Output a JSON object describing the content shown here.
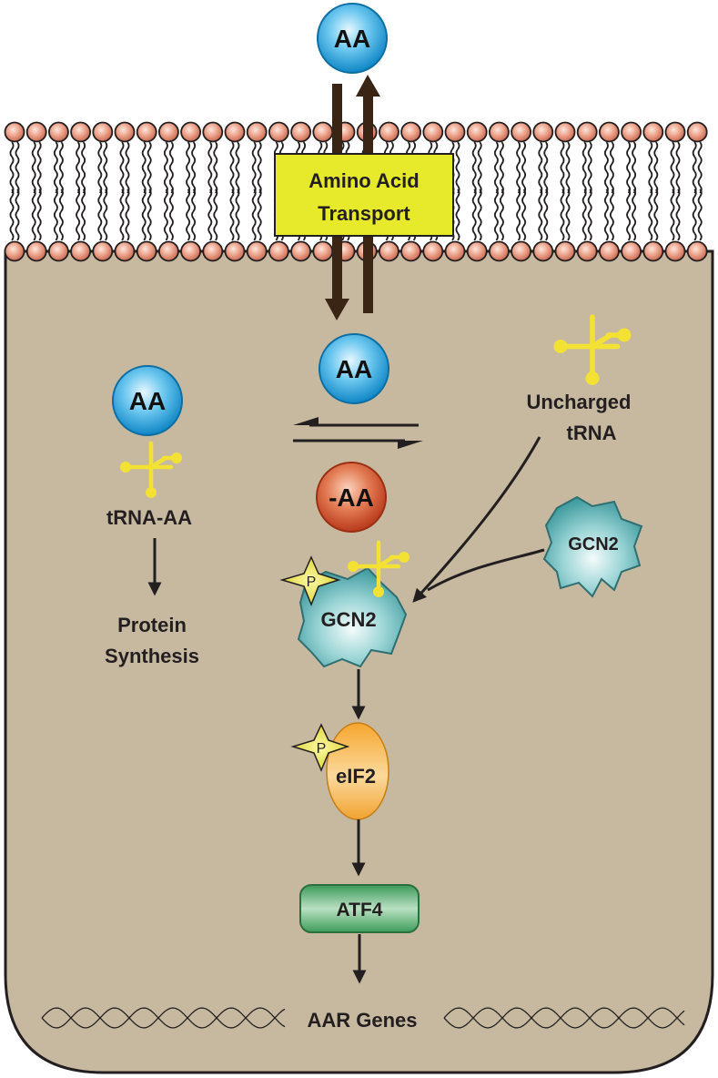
{
  "colors": {
    "cell_fill": "#c7b9a0",
    "membrane_head": "#e8927a",
    "aa_blue": "#1fa3e0",
    "aa_red": "#d9512c",
    "trna_yellow": "#f3e234",
    "gcn2_teal": "#7cc7c9",
    "eif2_orange": "#f4b548",
    "atf4_green": "#4fae6a",
    "transport_box": "#e6ea2a",
    "transport_arrow": "#3a2515"
  },
  "labels": {
    "aa_outside": "AA",
    "transport": [
      "Amino Acid",
      "Transport"
    ],
    "aa_inside": "AA",
    "aa_charged": "AA",
    "trna_aa": "tRNA-AA",
    "protein_synthesis": [
      "Protein",
      "Synthesis"
    ],
    "uncharged_trna": [
      "Uncharged",
      "tRNA"
    ],
    "minus_aa": "-AA",
    "gcn2_free": "GCN2",
    "gcn2_active": "GCN2",
    "phospho_gcn2": "P",
    "phospho_eif2": "P",
    "eif2": "eIF2",
    "atf4": "ATF4",
    "aar_genes": "AAR Genes"
  },
  "icons": {
    "membrane": "lipid-bilayer-icon",
    "trna": "trna-icon",
    "phosphate": "phosphate-star-icon",
    "dna": "dna-helix-icon"
  }
}
